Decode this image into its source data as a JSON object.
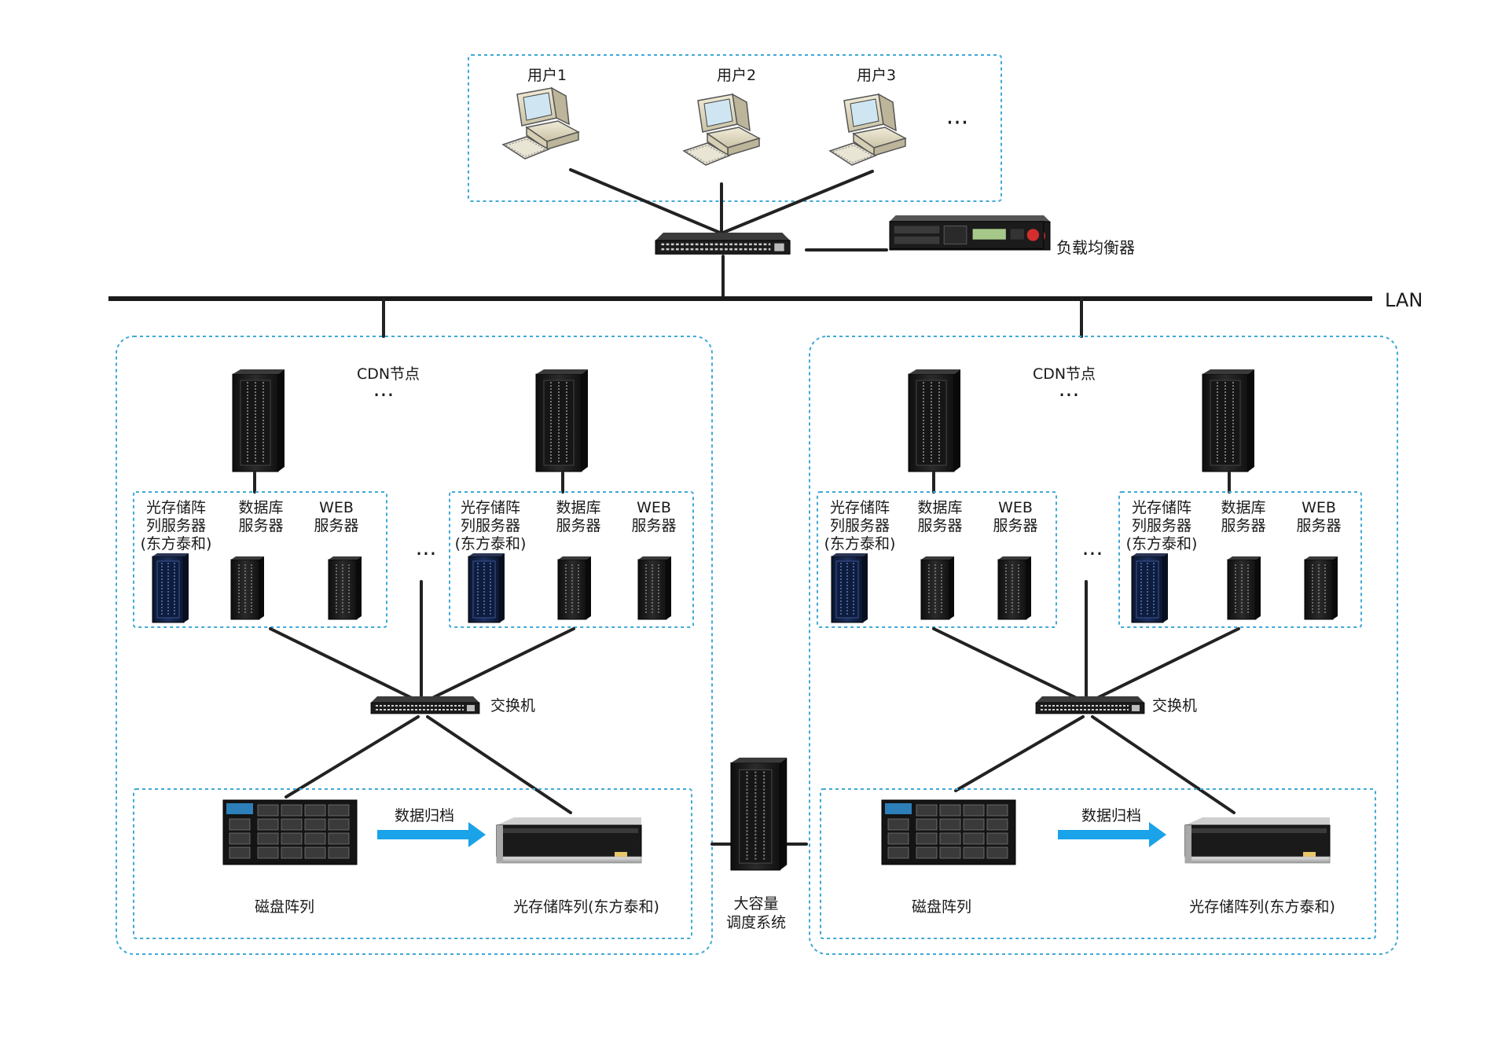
{
  "users": {
    "user1": "用户1",
    "user2": "用户2",
    "user3": "用户3",
    "more": "···"
  },
  "load_balancer": "负载均衡器",
  "lan": "LAN",
  "cdn_left": {
    "title": "CDN节点",
    "more_top": "···",
    "more_mid": "···",
    "group1": {
      "optical_server_l1": "光存储阵",
      "optical_server_l2": "列服务器",
      "optical_server_l3": "(东方泰和)",
      "db_l1": "数据库",
      "db_l2": "服务器",
      "web_l1": "WEB",
      "web_l2": "服务器"
    },
    "group2": {
      "optical_server_l1": "光存储阵",
      "optical_server_l2": "列服务器",
      "optical_server_l3": "(东方泰和)",
      "db_l1": "数据库",
      "db_l2": "服务器",
      "web_l1": "WEB",
      "web_l2": "服务器"
    },
    "switch": "交换机",
    "archive": "数据归档",
    "disk_array": "磁盘阵列",
    "optical_array": "光存储阵列(东方泰和)"
  },
  "cdn_right": {
    "title": "CDN节点",
    "more_top": "···",
    "more_mid": "···",
    "group1": {
      "optical_server_l1": "光存储阵",
      "optical_server_l2": "列服务器",
      "optical_server_l3": "(东方泰和)",
      "db_l1": "数据库",
      "db_l2": "服务器",
      "web_l1": "WEB",
      "web_l2": "服务器"
    },
    "group2": {
      "optical_server_l1": "光存储阵",
      "optical_server_l2": "列服务器",
      "optical_server_l3": "(东方泰和)",
      "db_l1": "数据库",
      "db_l2": "服务器",
      "web_l1": "WEB",
      "web_l2": "服务器"
    },
    "switch": "交换机",
    "archive": "数据归档",
    "disk_array": "磁盘阵列",
    "optical_array": "光存储阵列(东方泰和)"
  },
  "scheduler": {
    "line1": "大容量",
    "line2": "调度系统"
  },
  "colors": {
    "frame": "#3fa9d6",
    "arrow": "#1aa3e8",
    "wire": "#222222"
  }
}
